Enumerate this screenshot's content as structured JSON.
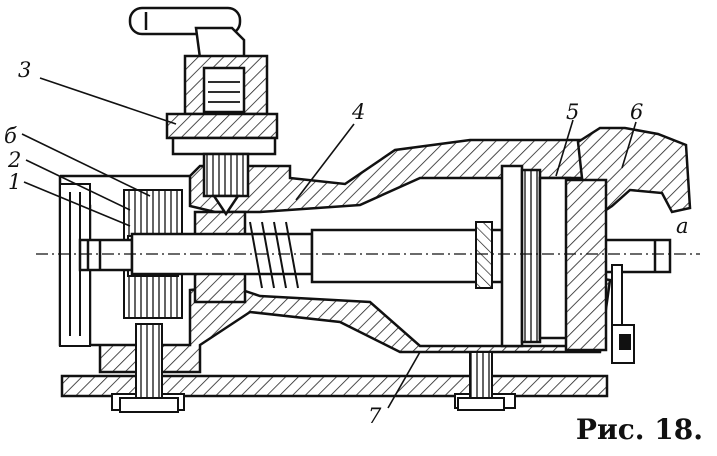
{
  "figure": {
    "caption": "Рис. 18.",
    "labels": {
      "l3": "3",
      "l4": "4",
      "l5": "5",
      "l6": "6",
      "lb": "б",
      "l2": "2",
      "l1": "1",
      "la": "а",
      "l7": "7"
    }
  }
}
